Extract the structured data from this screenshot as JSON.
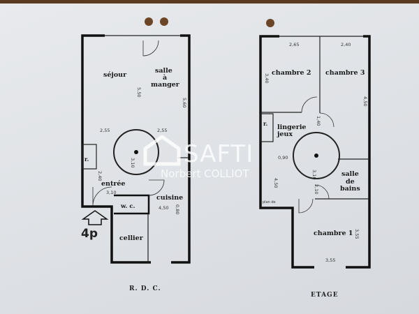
{
  "colors": {
    "paper": "#e4e6ea",
    "ink": "#111111",
    "top_edge": "#5a3b22",
    "watermark": "#ffffff"
  },
  "watermark": {
    "brand": "SAFTI",
    "agent": "Norbert COLLIOT"
  },
  "badge": {
    "label": "4p",
    "icon": "arrow-up-icon"
  },
  "ground_floor": {
    "caption": "R. D. C.",
    "rooms": {
      "sejour": "séjour",
      "salle_a_manger": [
        "salle",
        "à",
        "manger"
      ],
      "entree": "entrée",
      "wc": "w. c.",
      "cuisine": "cuisine",
      "cellier": "cellier",
      "r": "r."
    },
    "dimensions": {
      "d1": "5,50",
      "d2": "5,60",
      "d3": "2,55",
      "d4": "2,55",
      "d5": "2,40",
      "d6": "3,10",
      "d7": "3,10",
      "d8": "4,50",
      "d9": "0,80"
    }
  },
  "upper_floor": {
    "caption": "ETAGE",
    "rooms": {
      "chambre2": "chambre 2",
      "chambre3": "chambre 3",
      "lingerie": [
        "lingerie",
        "jeux"
      ],
      "r": "r.",
      "salle_de_bains": [
        "salle",
        "de",
        "bains"
      ],
      "chambre1": "chambre 1"
    },
    "dimensions": {
      "d1": "2,65",
      "d2": "2,40",
      "d3": "3,40",
      "d4": "4,50",
      "d5": "1,40",
      "d6": "0,90",
      "d7": "3,10",
      "d8": "2,10",
      "d9": "4,50",
      "d10": "3,55",
      "d11": "3,55",
      "d12": "plan de"
    }
  }
}
